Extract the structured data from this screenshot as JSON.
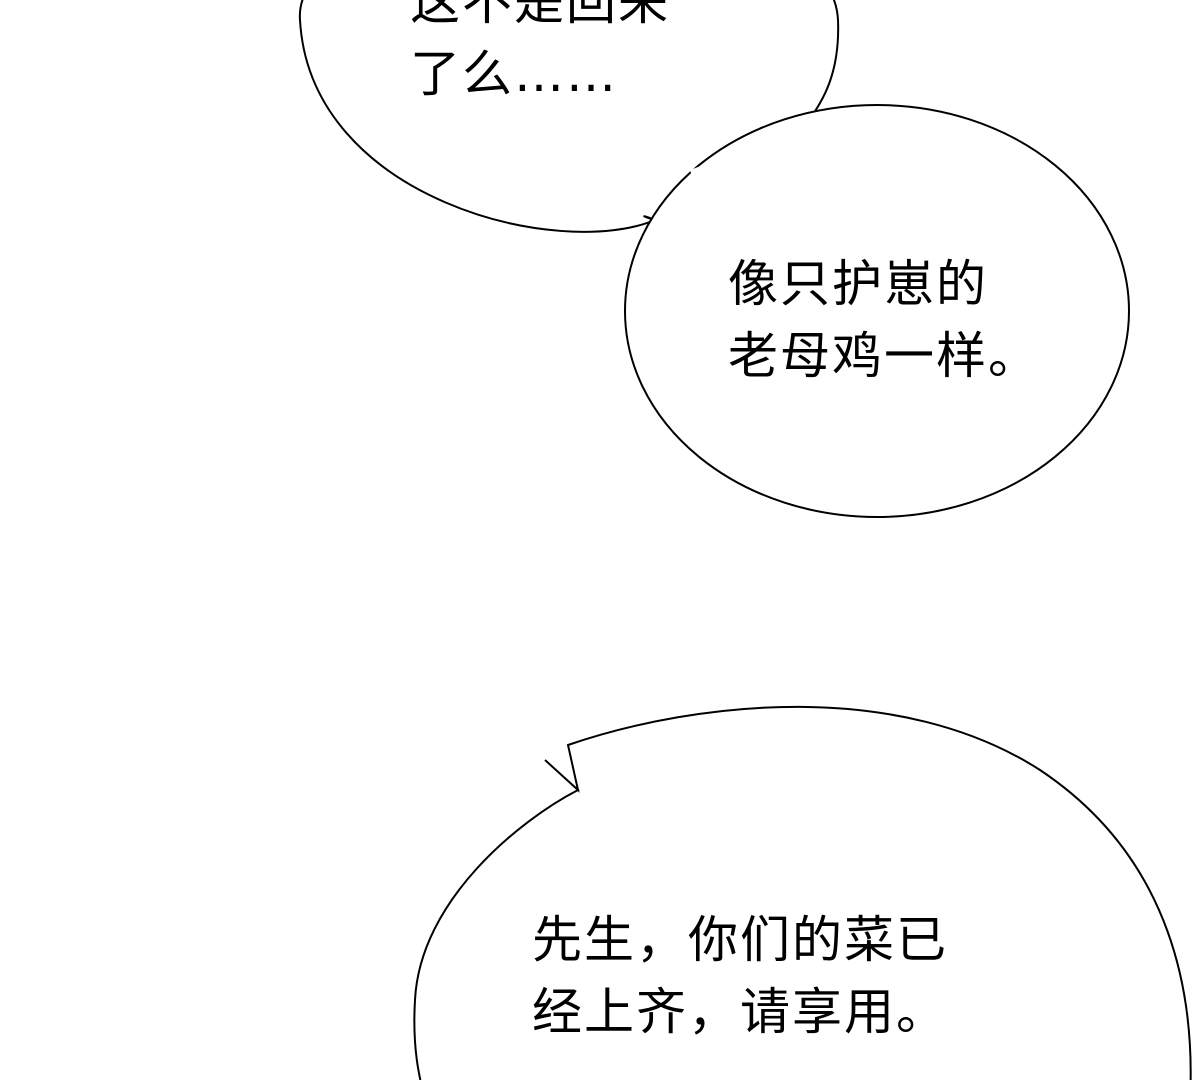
{
  "bubbles": [
    {
      "lines": [
        "这不是回来",
        "了么……"
      ]
    },
    {
      "lines": [
        "像只护崽的",
        "老母鸡一样。"
      ]
    },
    {
      "lines": [
        "先生，你们的菜已",
        "经上齐，请享用。"
      ]
    }
  ],
  "colors": {
    "background": "#ffffff",
    "outline": "#000000",
    "text": "#000000"
  }
}
